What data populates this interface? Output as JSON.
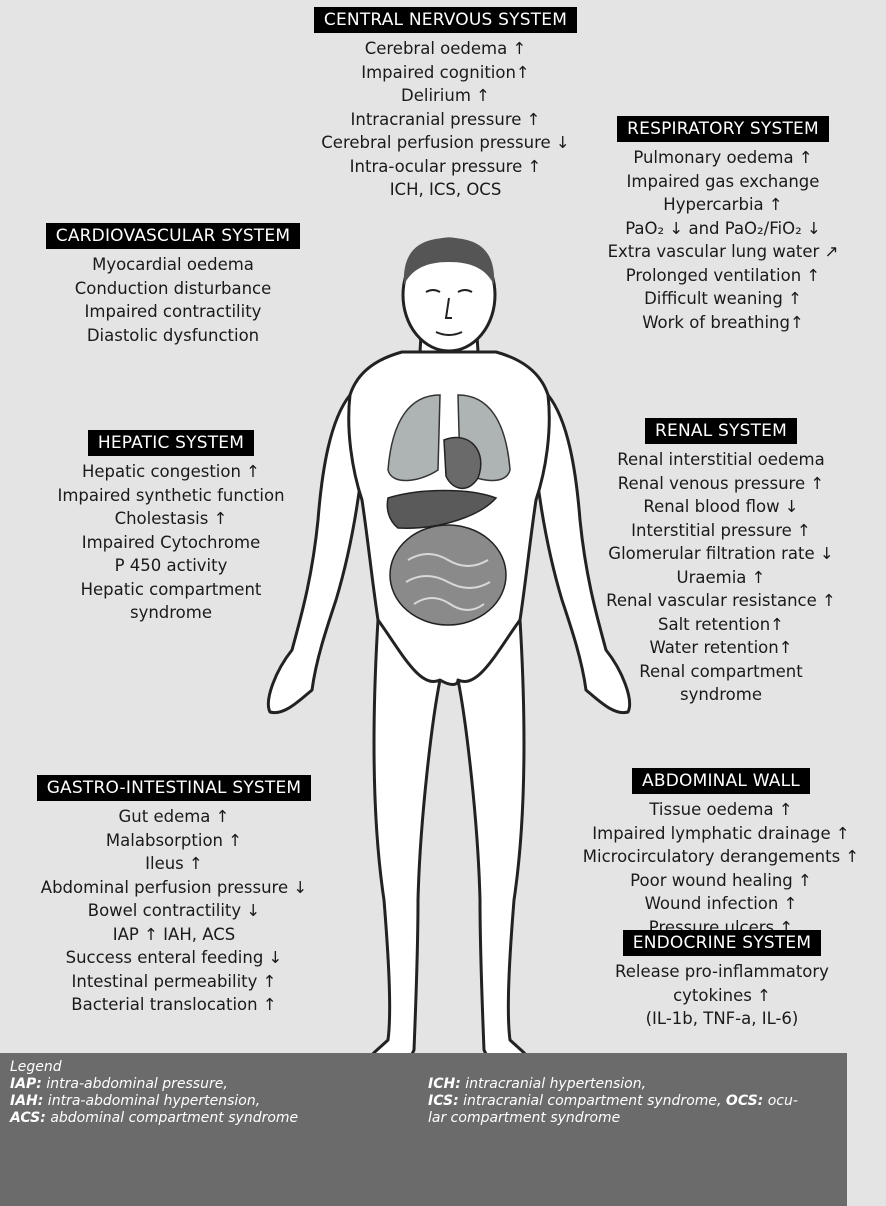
{
  "systems": {
    "cns": {
      "title": "CENTRAL NERVOUS SYSTEM",
      "lines": [
        "Cerebral oedema ↑",
        "Impaired cognition↑",
        "Delirium ↑",
        "Intracranial pressure ↑",
        "Cerebral perfusion pressure ↓",
        "Intra-ocular pressure ↑",
        "ICH, ICS, OCS"
      ]
    },
    "respiratory": {
      "title": "RESPIRATORY SYSTEM",
      "lines": [
        "Pulmonary oedema ↑",
        "Impaired gas exchange",
        "Hypercarbia ↑",
        "PaO₂ ↓ and PaO₂/FiO₂ ↓",
        "Extra vascular lung water ↗",
        "Prolonged ventilation ↑",
        "Difficult weaning ↑",
        "Work of breathing↑"
      ]
    },
    "cardiovascular": {
      "title": "CARDIOVASCULAR SYSTEM",
      "lines": [
        "Myocardial oedema",
        "Conduction disturbance",
        "Impaired contractility",
        "Diastolic dysfunction"
      ]
    },
    "hepatic": {
      "title": "HEPATIC SYSTEM",
      "lines": [
        "Hepatic congestion ↑",
        "Impaired synthetic function",
        "Cholestasis ↑",
        "Impaired Cytochrome",
        "P 450 activity",
        "Hepatic compartment",
        "syndrome"
      ]
    },
    "renal": {
      "title": "RENAL SYSTEM",
      "lines": [
        "Renal interstitial oedema",
        "Renal venous pressure ↑",
        "Renal blood flow ↓",
        "Interstitial pressure ↑",
        "Glomerular filtration rate ↓",
        "Uraemia ↑",
        "Renal vascular resistance ↑",
        "Salt retention↑",
        "Water retention↑",
        "Renal compartment",
        "syndrome"
      ]
    },
    "gi": {
      "title": "GASTRO-INTESTINAL SYSTEM",
      "lines": [
        "Gut edema ↑",
        "Malabsorption ↑",
        "Ileus ↑",
        "Abdominal perfusion pressure ↓",
        "Bowel contractility ↓",
        "IAP ↑ IAH, ACS",
        "Success enteral feeding ↓",
        "Intestinal permeability ↑",
        "Bacterial translocation ↑"
      ]
    },
    "abdominal": {
      "title": "ABDOMINAL WALL",
      "lines": [
        "Tissue oedema ↑",
        "Impaired lymphatic drainage ↑",
        "Microcirculatory derangements ↑",
        "Poor wound healing ↑",
        "Wound infection ↑",
        "Pressure ulcers ↑"
      ]
    },
    "endocrine": {
      "title": "ENDOCRINE SYSTEM",
      "lines": [
        "Release pro-inflammatory",
        "cytokines ↑",
        "(IL-1b, TNF-a, IL-6)"
      ]
    }
  },
  "legend": {
    "title": "Legend",
    "left": [
      {
        "abbr": "IAP:",
        "text": " intra-abdominal pressure,"
      },
      {
        "abbr": "IAH:",
        "text": " intra-abdominal hypertension,"
      },
      {
        "abbr": "ACS:",
        "text": " abdominal compartment syndrome"
      }
    ],
    "right": [
      {
        "abbr": "ICH:",
        "text": " intracranial hypertension,"
      },
      {
        "abbr": "ICS:",
        "text": " intracranial compartment syndrome, ",
        "abbr2": "OCS:",
        "text2": " ocu-"
      },
      {
        "text": "lar compartment syndrome"
      }
    ]
  },
  "colors": {
    "header_bg": "#000000",
    "background": "#e4e4e4",
    "legend_bg": "#6b6b6b",
    "lungs": "#aeb4b4",
    "organs": "#6a6a6a",
    "intestine": "#8a8a8a"
  }
}
